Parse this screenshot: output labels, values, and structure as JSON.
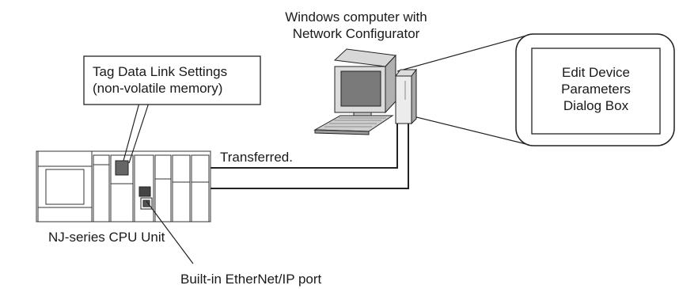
{
  "labels": {
    "computer_line1": "Windows computer with",
    "computer_line2": "Network Configurator",
    "tag_line1": "Tag Data Link Settings",
    "tag_line2": "(non-volatile memory)",
    "dialog_line1": "Edit Device",
    "dialog_line2": "Parameters",
    "dialog_line3": "Dialog Box",
    "transferred": "Transferred.",
    "cpu_unit": "NJ-series CPU Unit",
    "port": "Built-in EtherNet/IP port"
  }
}
